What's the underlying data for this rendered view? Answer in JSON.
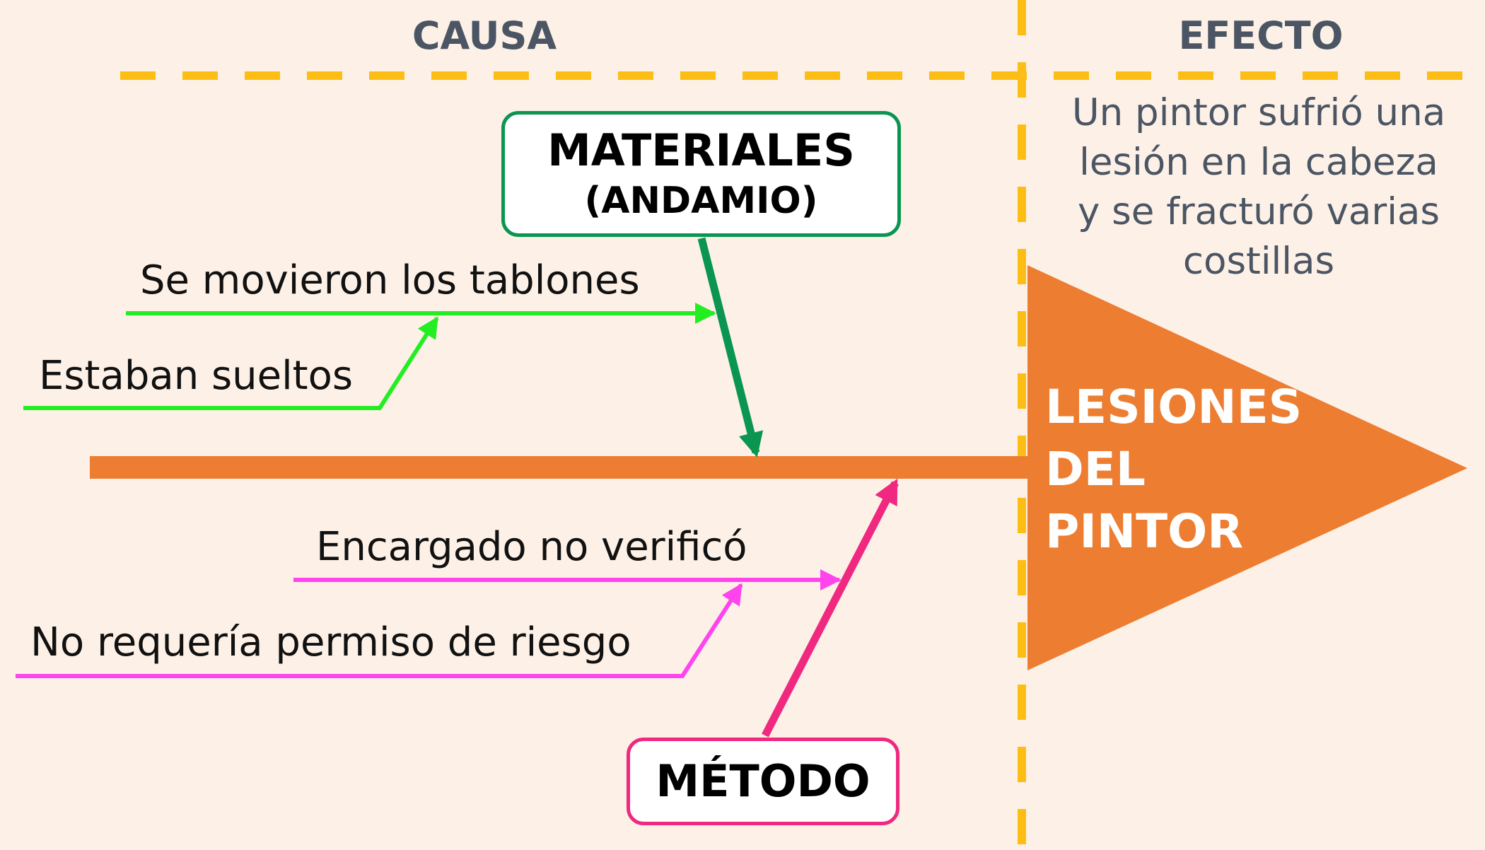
{
  "header": {
    "cause_label": "CAUSA",
    "effect_label": "EFECTO"
  },
  "effect": {
    "description": "Un pintor sufrió una lesión en la cabeza y se fracturó varias costillas",
    "head_label_lines": [
      "LESIONES",
      "DEL",
      "PINTOR"
    ]
  },
  "categories": {
    "materials": {
      "title": "MATERIALES",
      "subtitle": "(ANDAMIO)",
      "causes": [
        "Se movieron los tablones",
        "Estaban sueltos"
      ]
    },
    "method": {
      "title": "MÉTODO",
      "causes": [
        "Encargado no verificó",
        "No requería permiso de riesgo"
      ]
    }
  },
  "colors": {
    "background": "#fdf1e7",
    "divider": "#fcbe14",
    "spine": "#ed7d31",
    "materials_arrow": "#0a9551",
    "materials_causes": "#22ee22",
    "method_arrow": "#f0287f",
    "method_causes": "#ff44ee",
    "header_text": "#4b5563"
  }
}
